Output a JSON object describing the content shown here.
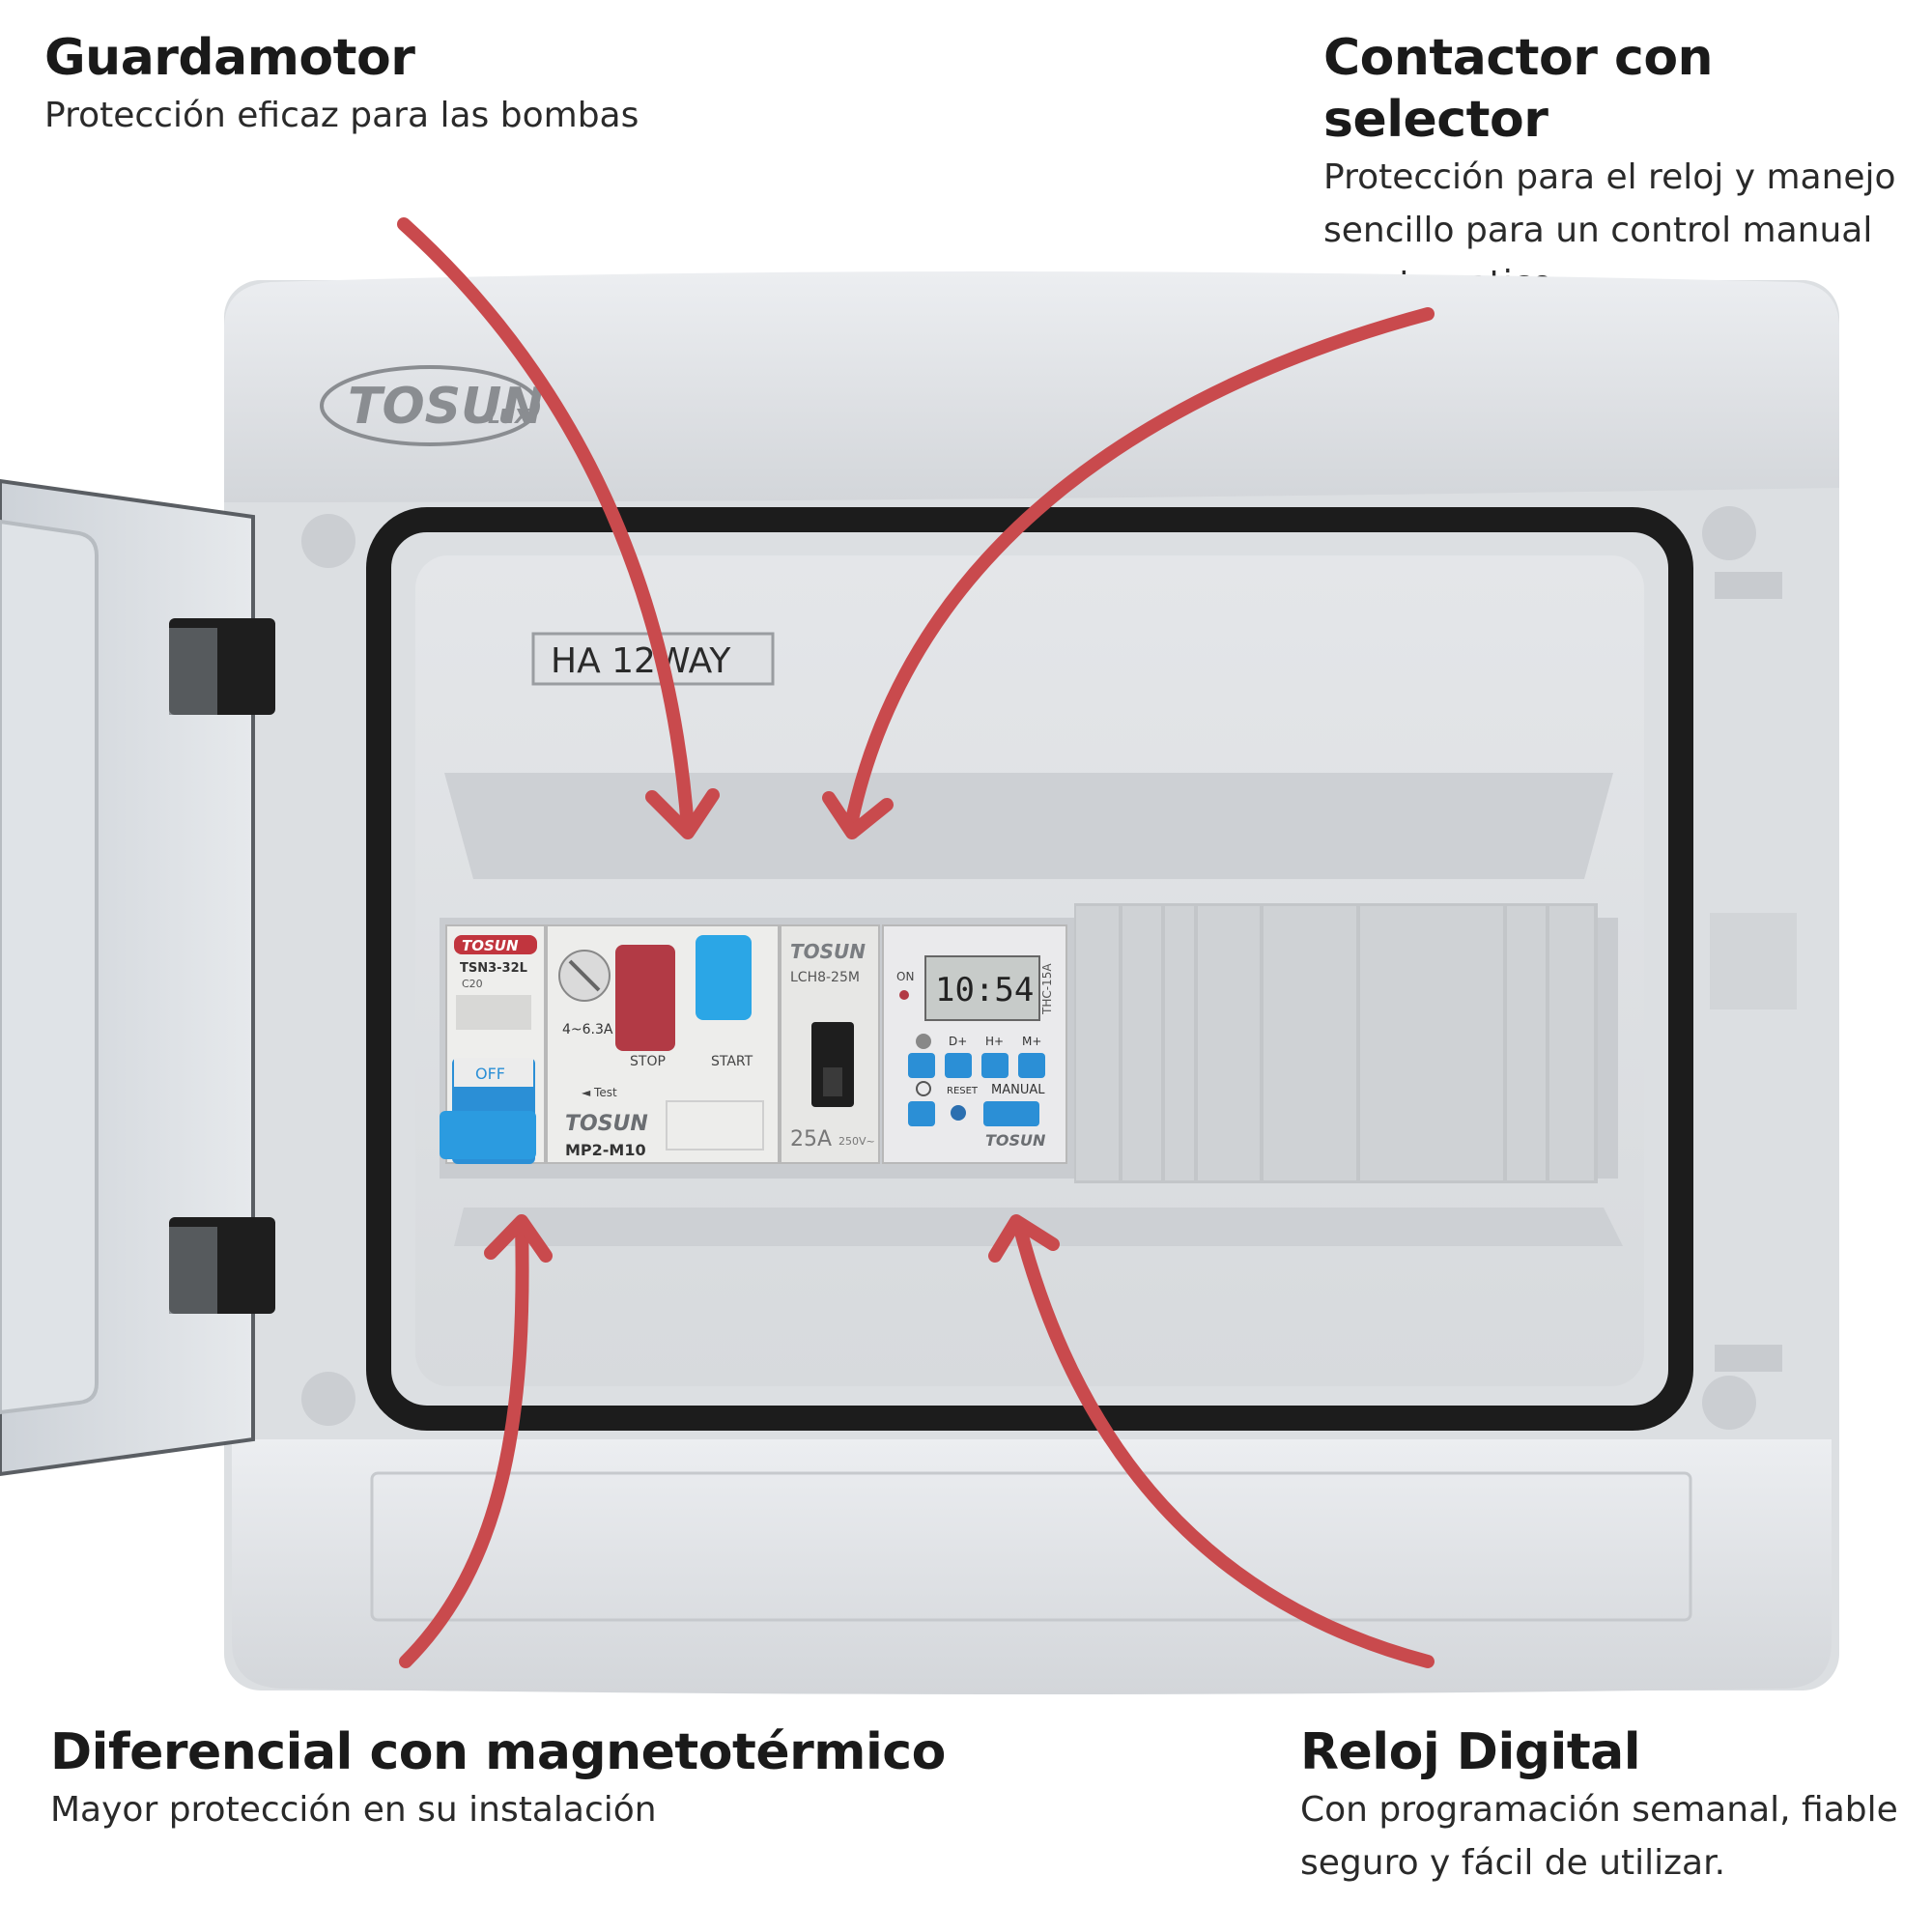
{
  "callouts": {
    "top_left": {
      "title": "Guardamotor",
      "lines": [
        "Protección eficaz para las bombas"
      ]
    },
    "top_right": {
      "title": "Contactor con selector",
      "lines": [
        "Protección para el reloj y manejo",
        "sencillo para un control manual",
        "o automatico"
      ]
    },
    "bottom_left": {
      "title": "Diferencial con magnetotérmico",
      "lines": [
        "Mayor protección en su instalación"
      ]
    },
    "bottom_right": {
      "title": "Reloj Digital",
      "lines": [
        "Con programación semanal, fiable",
        "seguro y fácil de utilizar."
      ]
    }
  },
  "enclosure": {
    "brand": "TOSUN",
    "brand_suffix": "LUX",
    "model_label": "HA 12WAY"
  },
  "modules": {
    "rcbo": {
      "brand": "TOSUN",
      "model": "TSN3-32L",
      "rating": "C20",
      "off_label": "OFF"
    },
    "motor_guard": {
      "range": "4~6.3A",
      "stop_label": "STOP",
      "start_label": "START",
      "test_label": "◄ Test",
      "brand": "TOSUN",
      "model": "MP2-M10"
    },
    "contactor": {
      "brand": "TOSUN",
      "model": "LCH8-25M",
      "rating": "25A",
      "voltage": "250V~"
    },
    "timer": {
      "on_label": "ON",
      "display": "10:54",
      "model": "THC-15A",
      "btn_d": "D+",
      "btn_h": "H+",
      "btn_m": "M+",
      "reset_label": "RESET",
      "manual_label": "MANUAL",
      "brand": "TOSUN"
    }
  },
  "colors": {
    "arrow": "#c94a4d",
    "enclosure": "#e3e5e8",
    "blue": "#2b9be0",
    "red": "#b23a45"
  }
}
